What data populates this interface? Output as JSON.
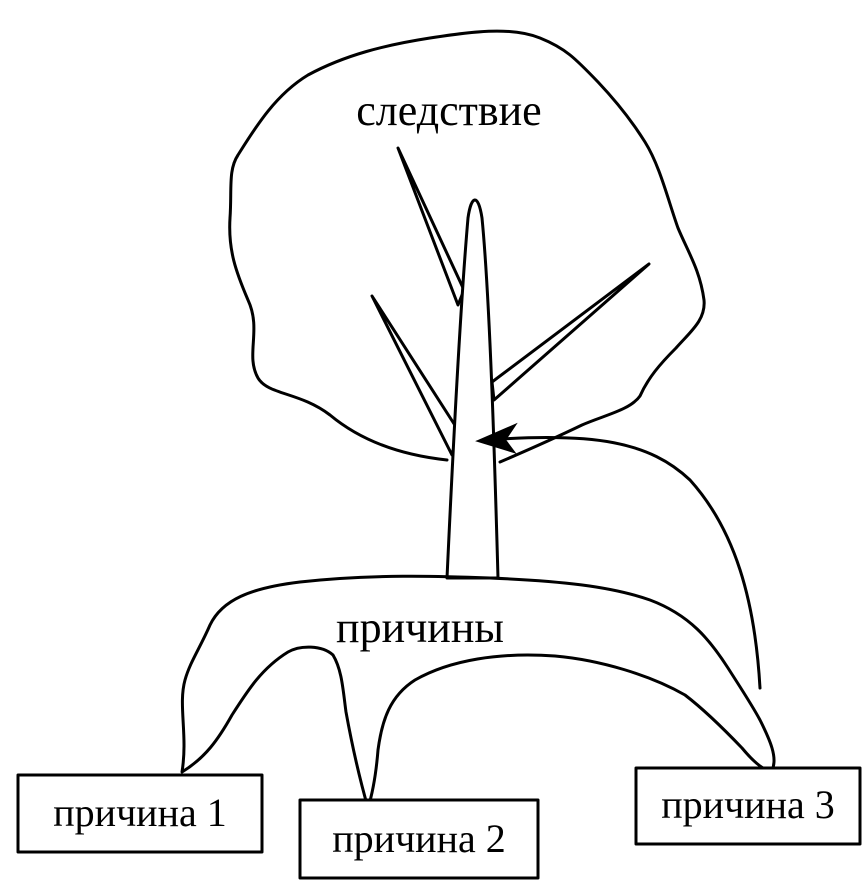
{
  "crown_label": "следствие",
  "roots_label": "причины",
  "causes": [
    {
      "label": "причина 1"
    },
    {
      "label": "причина 2"
    },
    {
      "label": "причина 3"
    }
  ],
  "colors": {
    "ink": "#000000",
    "background": "#ffffff"
  }
}
